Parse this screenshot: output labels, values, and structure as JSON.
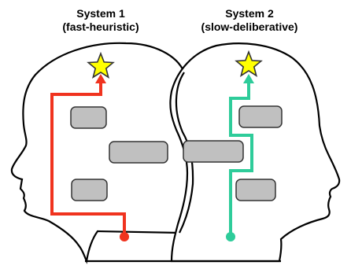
{
  "system1": {
    "title": "System 1",
    "subtitle": "(fast-heuristic)",
    "path_color": "#f0331f",
    "star_color": "#ffff00"
  },
  "system2": {
    "title": "System 2",
    "subtitle": "(slow-deliberative)",
    "path_color": "#2ecc9a",
    "star_color": "#ffff00"
  },
  "obstacle_color": "#c0c0c0",
  "outline_color": "#000000"
}
